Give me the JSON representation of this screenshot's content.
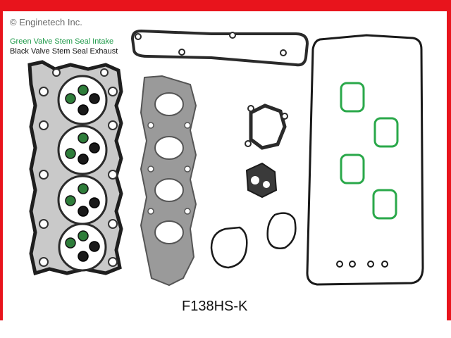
{
  "copyright": "© Enginetech Inc.",
  "legend": {
    "intake": "Green Valve Stem Seal Intake",
    "exhaust": "Black Valve Stem Seal Exhaust"
  },
  "part_number": "F138HS-K",
  "colors": {
    "frame": "#e8141c",
    "intake_seal": "#2aa84a",
    "exhaust_seal": "#1a1a1a",
    "gasket_metal": "#9a9a9a",
    "gasket_dark": "#2a2a2a"
  }
}
